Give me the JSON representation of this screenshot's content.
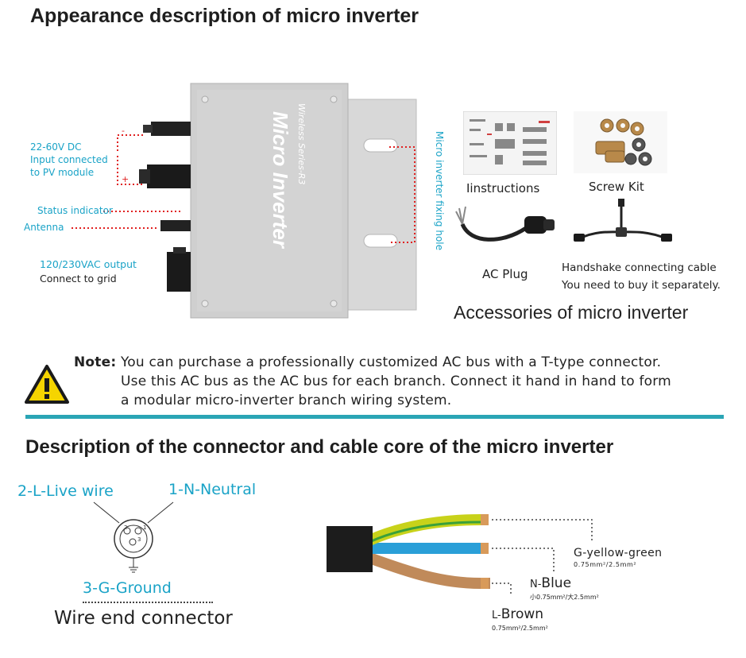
{
  "section1": {
    "title": "Appearance description of micro inverter",
    "device": {
      "series": "Wireless Series-R3",
      "name": "Micro Inverter",
      "minus": "-",
      "plus": "+"
    },
    "labels": {
      "dc_input_line1": "22-60V DC",
      "dc_input_line2": "Input connected",
      "dc_input_line3": "to PV module",
      "status": "Status indicator",
      "antenna": "Antenna",
      "ac_output_line1": "120/230VAC output",
      "ac_output_line2": "Connect to grid",
      "fixing_hole": "Micro inverter fixing hole"
    }
  },
  "accessories": {
    "title": "Accessories of micro inverter",
    "items": [
      {
        "label": "Iinstructions"
      },
      {
        "label": "Screw Kit"
      },
      {
        "label": "AC Plug"
      },
      {
        "label_line1": "Handshake connecting cable",
        "label_line2": "You need to buy it separately."
      }
    ]
  },
  "note": {
    "prefix": "Note:",
    "line1": "You can purchase a professionally customized AC bus with a T-type connector.",
    "line2": "Use this AC bus as the AC bus for each branch. Connect it hand in hand to form",
    "line3": "a modular micro-inverter branch wiring system."
  },
  "section2": {
    "title": "Description of the connector and cable core of the micro inverter",
    "connector": {
      "live": "2-L-Live wire",
      "neutral": "1-N-Neutral",
      "ground": "3-G-Ground",
      "caption": "Wire end connector",
      "pin1": "1",
      "pin2": "2",
      "pin3": "3"
    },
    "cable": {
      "g_name": "G-yellow-green",
      "g_spec": "0.75mm²/2.5mm²",
      "n_prefix": "N-",
      "n_name": "Blue",
      "n_spec": "小0.75mm²/大2.5mm²",
      "l_prefix": "L-",
      "l_name": "Brown",
      "l_spec": "0.75mm²/2.5mm²"
    }
  },
  "colors": {
    "teal": "#1aa3c7",
    "divider": "#2aa5b5",
    "red_dots": "#e02020",
    "warning_yellow": "#f5d400",
    "wire_yellow_green": "#c8d21a",
    "wire_blue": "#2a9fd8",
    "wire_brown": "#c08a5a"
  }
}
